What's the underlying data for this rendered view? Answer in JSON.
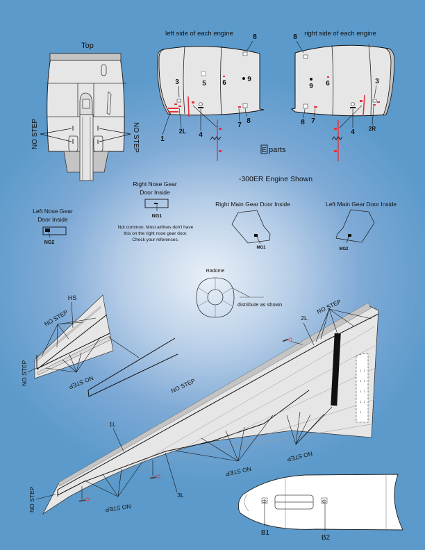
{
  "labels": {
    "top": "Top",
    "left_side": "left side of each engine",
    "right_side": "right side of each engine",
    "e_box": "E",
    "parts": "parts",
    "engine_shown": "-300ER Engine Shown",
    "right_nose_gear_1": "Right Nose Gear",
    "right_nose_gear_2": "Door Inside",
    "left_nose_gear_1": "Left Nose Gear",
    "left_nose_gear_2": "Door Inside",
    "right_main_gear": "Right Main Gear Door Inside",
    "left_main_gear": "Left Main Gear Door Inside",
    "note_1": "Not common.  Most airlines don't have",
    "note_2": "this on the right nose gear door.",
    "note_3": "Check your references.",
    "radome": "Radome",
    "distribute": "distribute as shown",
    "no_step": "NO STEP",
    "hs": "HS"
  },
  "callouts": {
    "ng1": "NG1",
    "ng2": "NG2",
    "mg1": "MG1",
    "mg2": "MG2",
    "b1": "B1",
    "b2": "B2",
    "l1": "1L",
    "l2": "2L",
    "l3": "3L",
    "r2": "2R",
    "n1": "1",
    "n3": "3",
    "n4": "4",
    "n5": "5",
    "n6": "6",
    "n7": "7",
    "n8": "8",
    "n9": "9"
  },
  "colors": {
    "background": "#5b9acb",
    "panel": "#e6e6e6",
    "panel_dark": "#c4c4c4",
    "red": "#e0333b",
    "ink": "#111111"
  }
}
